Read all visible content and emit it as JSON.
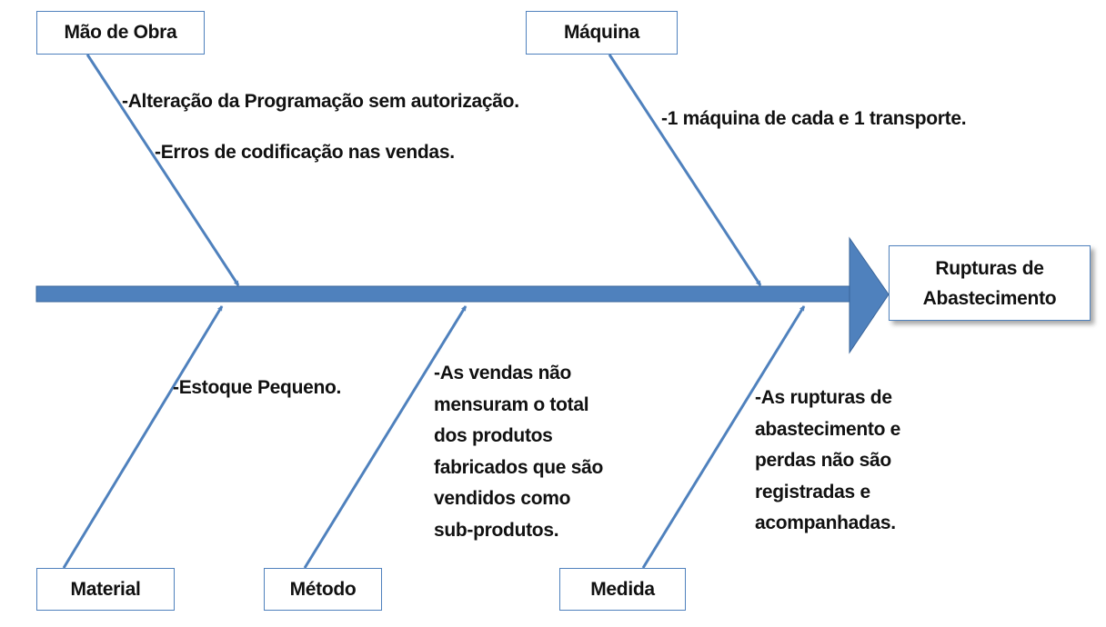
{
  "diagram": {
    "effect": {
      "line1": "Rupturas de",
      "line2": "Abastecimento"
    },
    "categories": {
      "labor": {
        "label": "Mão de Obra",
        "causes": [
          "-Alteração da Programação sem autorização.",
          "-Erros de codificação nas vendas."
        ]
      },
      "machine": {
        "label": "Máquina",
        "causes": [
          "-1 máquina de cada e 1 transporte."
        ]
      },
      "material": {
        "label": "Material",
        "causes": [
          "-Estoque Pequeno."
        ]
      },
      "method": {
        "label": "Método",
        "cause_lines": [
          "-As vendas não",
          "mensuram o total",
          "dos produtos",
          "fabricados que são",
          "vendidos como",
          "sub-produtos."
        ]
      },
      "measure": {
        "label": "Medida",
        "cause_lines": [
          "-As rupturas de",
          "abastecimento e",
          "perdas não são",
          "registradas e",
          "acompanhadas."
        ]
      }
    },
    "colors": {
      "arrow": "#4f81bd",
      "arrow_stroke": "#3a659a",
      "box_border": "#4f81bd",
      "text": "#111111"
    }
  }
}
